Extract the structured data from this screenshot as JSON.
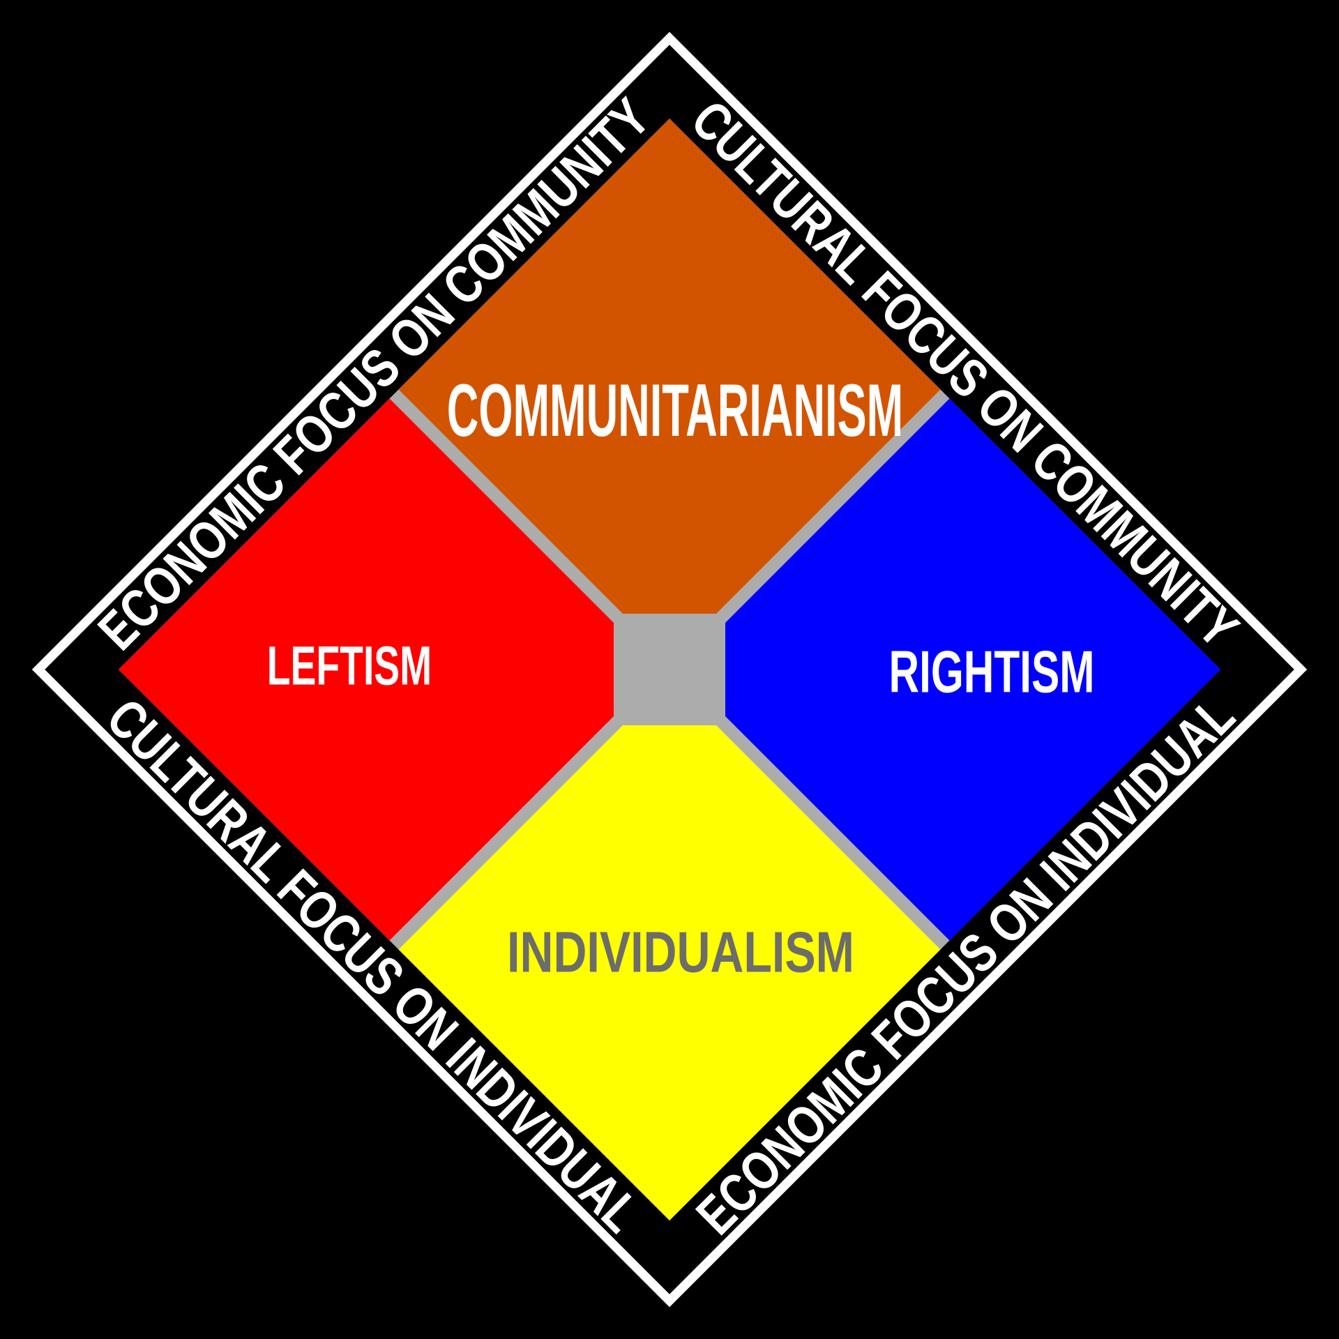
{
  "diagram": {
    "type": "political-compass-diamond",
    "colors": {
      "background": "#000000",
      "outline": "#FFFFFF",
      "separator": "#ACACAC",
      "center_square": "#ACACAC",
      "edge_text": "#FFFFFF"
    },
    "quadrants": {
      "top": {
        "label": "COMMUNITARIANISM",
        "color": "#D35400",
        "label_color": "#FFFFFF"
      },
      "left": {
        "label": "LEFTISM",
        "color": "#FF0000",
        "label_color": "#FFFFFF"
      },
      "right": {
        "label": "RIGHTISM",
        "color": "#0000FF",
        "label_color": "#FFFFFF"
      },
      "bottom": {
        "label": "INDIVIDUALISM",
        "color": "#FFFF00",
        "label_color": "#6C6C6C"
      }
    },
    "edge_labels": {
      "top_left": "ECONOMIC FOCUS ON COMMUNITY",
      "top_right": "CULTURAL FOCUS ON COMMUNITY",
      "bottom_left": "CULTURAL FOCUS ON INDIVIDUAL",
      "bottom_right": "ECONOMIC FOCUS ON INDIVIDUAL"
    }
  }
}
